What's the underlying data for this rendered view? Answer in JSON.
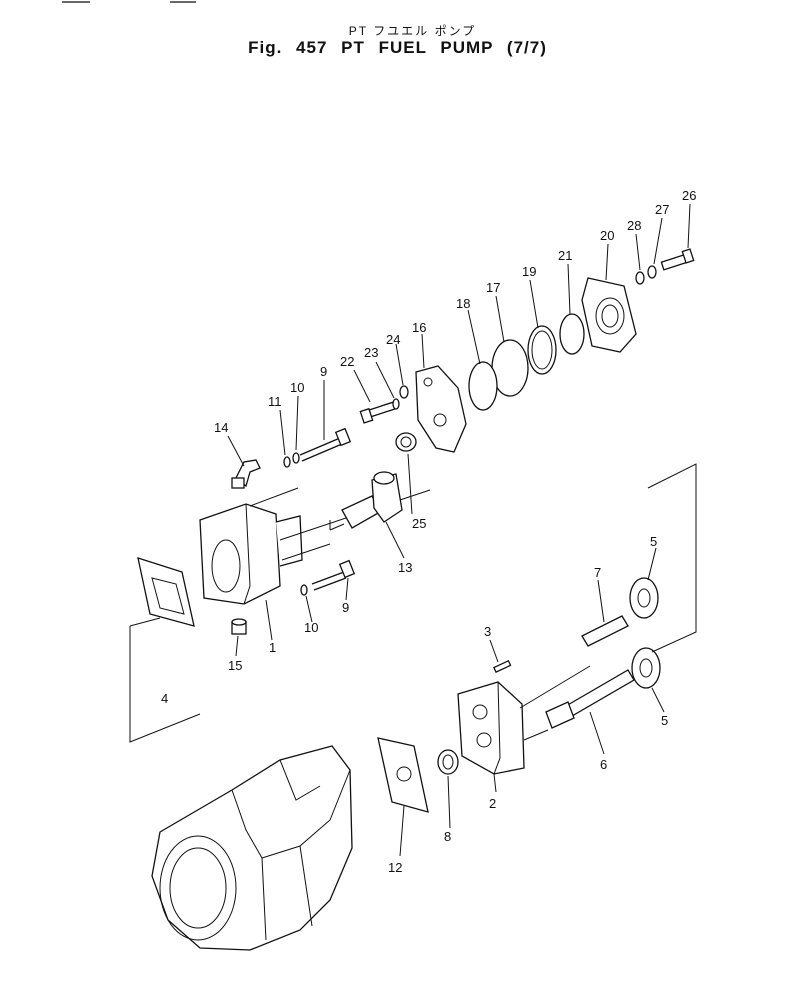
{
  "header": {
    "title_jp": "PT フユエル ポンプ",
    "title_main": "Fig. 457 PT FUEL PUMP (7/7)"
  },
  "callouts": [
    "1",
    "2",
    "3",
    "4",
    "5",
    "5",
    "6",
    "7",
    "8",
    "9",
    "9",
    "10",
    "10",
    "11",
    "12",
    "13",
    "14",
    "15",
    "16",
    "17",
    "18",
    "19",
    "20",
    "21",
    "22",
    "23",
    "24",
    "25",
    "26",
    "27",
    "28"
  ]
}
